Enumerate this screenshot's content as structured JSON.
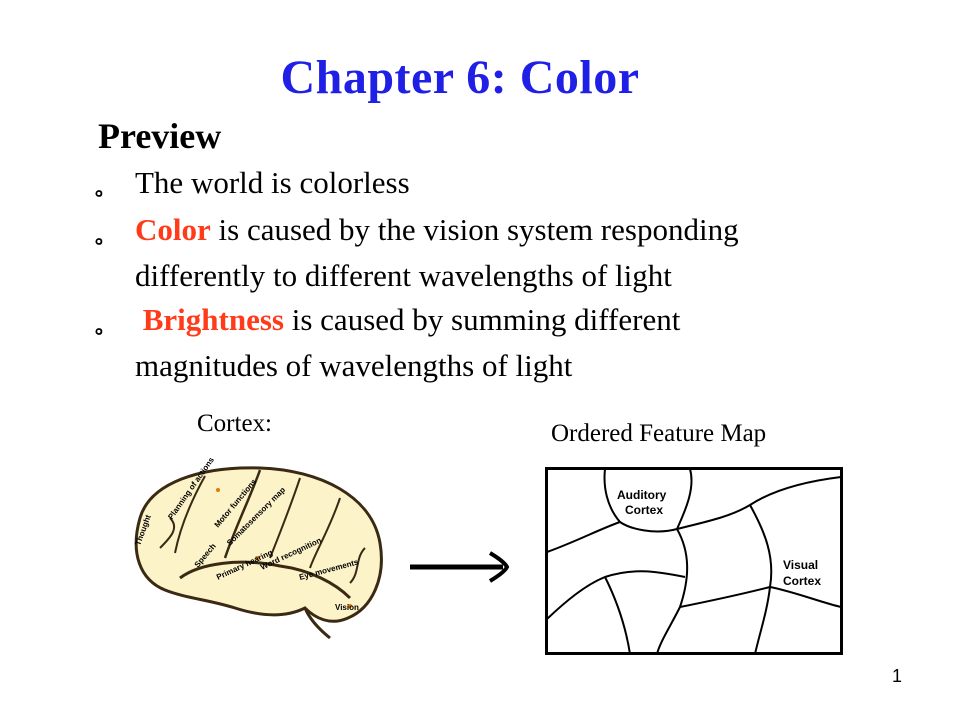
{
  "slide": {
    "title": "Chapter 6: Color",
    "heading": "Preview",
    "bullet_symbol": "。",
    "bullets": [
      {
        "lines": [
          "The world is colorless"
        ]
      },
      {
        "highlight": "Color",
        "rest": " is caused by the vision system responding",
        "line2": "differently to different wavelengths of light"
      },
      {
        "highlight": "Brightness",
        "rest": " is caused by summing different",
        "line2": "magnitudes of wavelengths of light"
      }
    ],
    "left_figure_label": "Cortex:",
    "right_figure_label": "Ordered Feature Map",
    "brain_labels": [
      "Thought",
      "Planning of actions",
      "Motor functions",
      "Somatosensory map",
      "Speech",
      "Primary hearing",
      "Word recognition",
      "Eye movements",
      "Vision"
    ],
    "map_labels": {
      "auditory_1": "Auditory",
      "auditory_2": "Cortex",
      "visual_1": "Visual",
      "visual_2": "Cortex"
    },
    "page_number": "1",
    "colors": {
      "title": "#1f1fe6",
      "highlight": "#ff3b1a",
      "brain_fill": "#fdf3c9"
    }
  }
}
